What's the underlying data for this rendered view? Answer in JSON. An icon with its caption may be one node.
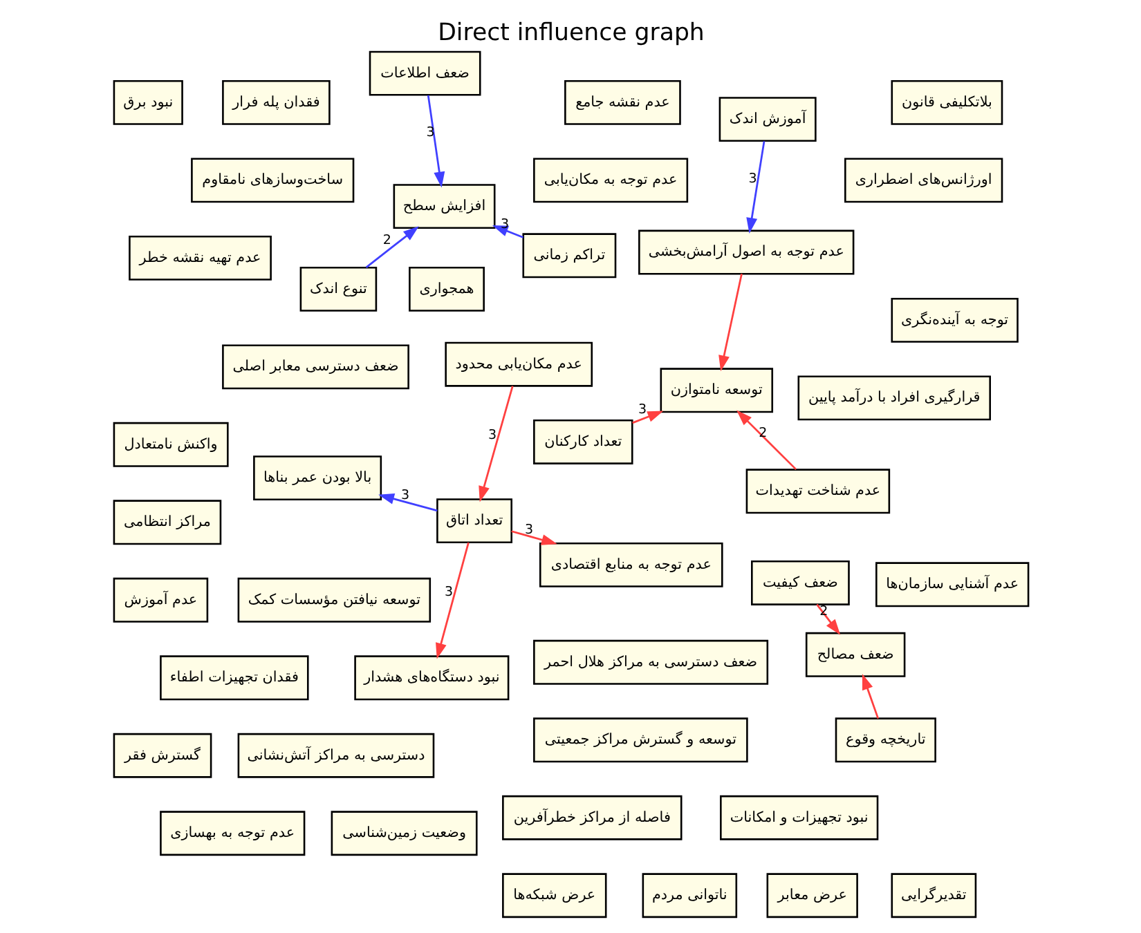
{
  "diagram": {
    "title": "Direct influence graph",
    "nodes": [
      {
        "text": [
          "تنوع اندک"
        ]
      },
      {
        "text": [
          "تراکم زمانی"
        ]
      },
      {
        "text": [
          "تعداد کارکنان"
        ]
      },
      {
        "text": [
          "افزایش سطح"
        ]
      },
      {
        "text": [
          "توسعه نامتوازن"
        ]
      },
      {
        "text": [
          "توسعه نیافتن مؤسسات کمک"
        ]
      },
      {
        "text": [
          "ضعف دسترسی به مراکز هلال احمر"
        ]
      },
      {
        "text": [
          "ساخت‌وسازهای نامقاوم"
        ]
      },
      {
        "text": [
          "بلاتکلیفی قانون"
        ]
      },
      {
        "text": [
          "عدم آموزش"
        ]
      },
      {
        "text": [
          "عدم شناخت تهدیدات"
        ]
      },
      {
        "text": [
          "آموزش اندک"
        ]
      },
      {
        "text": [
          "ضعف اطلاعات"
        ]
      },
      {
        "text": [
          "عدم نقشه جامع"
        ]
      },
      {
        "text": [
          "فقدان پله فرار"
        ]
      },
      {
        "text": [
          "توجه به آینده‌نگری"
        ]
      },
      {
        "text": [
          "دسترسی به مراکز آتش‌نشانی"
        ]
      },
      {
        "text": [
          "عرض معابر"
        ]
      },
      {
        "text": [
          "عدم توجه به مکان‌یابی"
        ]
      },
      {
        "text": [
          "ضعف دسترسی معابر اصلی"
        ]
      },
      {
        "text": [
          "نبود تجهیزات و امکانات"
        ]
      },
      {
        "text": [
          "عدم توجه به اصول آرامش‌بخشی"
        ]
      },
      {
        "text": [
          "همجواری"
        ]
      },
      {
        "text": [
          "فاصله از مراکز خطرآفرین"
        ]
      },
      {
        "text": [
          "قرارگیری افراد با درآمد پایین"
        ]
      },
      {
        "text": [
          "توسعه و گسترش مراکز جمعیتی"
        ]
      },
      {
        "text": [
          "گسترش فقر"
        ]
      },
      {
        "text": [
          "واکنش نامتعادل"
        ]
      },
      {
        "text": [
          "تقدیرگرایی"
        ]
      },
      {
        "text": [
          "فقدان تجهیزات اطفاء"
        ]
      },
      {
        "text": [
          "عدم توجه به بهسازی"
        ]
      },
      {
        "text": [
          "اورژانس‌های اضطراری"
        ]
      },
      {
        "text": [
          "وضعیت زمین‌شناسی"
        ]
      },
      {
        "text": [
          "بالا بودن عمر بناها"
        ]
      },
      {
        "text": [
          "عدم توجه به منابع اقتصادی"
        ]
      },
      {
        "text": [
          "عرض شبکه‌ها"
        ]
      },
      {
        "text": [
          "عدم آشنایی سازمان‌ها"
        ]
      },
      {
        "text": [
          "نبود برق"
        ]
      },
      {
        "text": [
          "ضعف کیفیت"
        ]
      },
      {
        "text": [
          "مراکز انتظامی"
        ]
      },
      {
        "text": [
          "نبود دستگاه‌های هشدار"
        ]
      },
      {
        "text": [
          "ضعف مصالح"
        ]
      },
      {
        "text": [
          "تعداد اتاق"
        ]
      },
      {
        "text": [
          "عدم تهیه نقشه خطر"
        ]
      },
      {
        "text": [
          "ناتوانی مردم"
        ]
      },
      {
        "text": [
          "تاریخچه وقوع"
        ]
      },
      {
        "text": [
          "عدم مکان‌یابی محدود"
        ]
      }
    ],
    "edges": [
      {
        "from": 2,
        "to": 4,
        "arrow": "to",
        "label": "3"
      },
      {
        "from": 1,
        "to": 3,
        "arrow": "to",
        "label": "3",
        "color": "#4040ff"
      },
      {
        "from": 0,
        "to": 3,
        "arrow": "to",
        "label": "2",
        "color": "#4040ff"
      },
      {
        "from": 12,
        "to": 3,
        "arrow": "to",
        "label": "3",
        "color": "#4040ff"
      },
      {
        "from": 10,
        "to": 4,
        "arrow": "to",
        "label": "2"
      },
      {
        "from": 21,
        "to": 4,
        "arrow": "to"
      },
      {
        "from": 11,
        "to": 21,
        "arrow": "to",
        "label": "3",
        "color": "#4040ff"
      },
      {
        "from": 46,
        "to": 42,
        "arrow": "to",
        "label": "3"
      },
      {
        "from": 42,
        "to": 33,
        "arrow": "to",
        "label": "3",
        "color": "#4040ff"
      },
      {
        "from": 42,
        "to": 40,
        "arrow": "to",
        "label": "3"
      },
      {
        "from": 42,
        "to": 34,
        "arrow": "to",
        "label": "3"
      },
      {
        "from": 38,
        "to": 41,
        "arrow": "to",
        "label": "2"
      },
      {
        "from": 45,
        "to": 41,
        "arrow": "to"
      }
    ]
  }
}
